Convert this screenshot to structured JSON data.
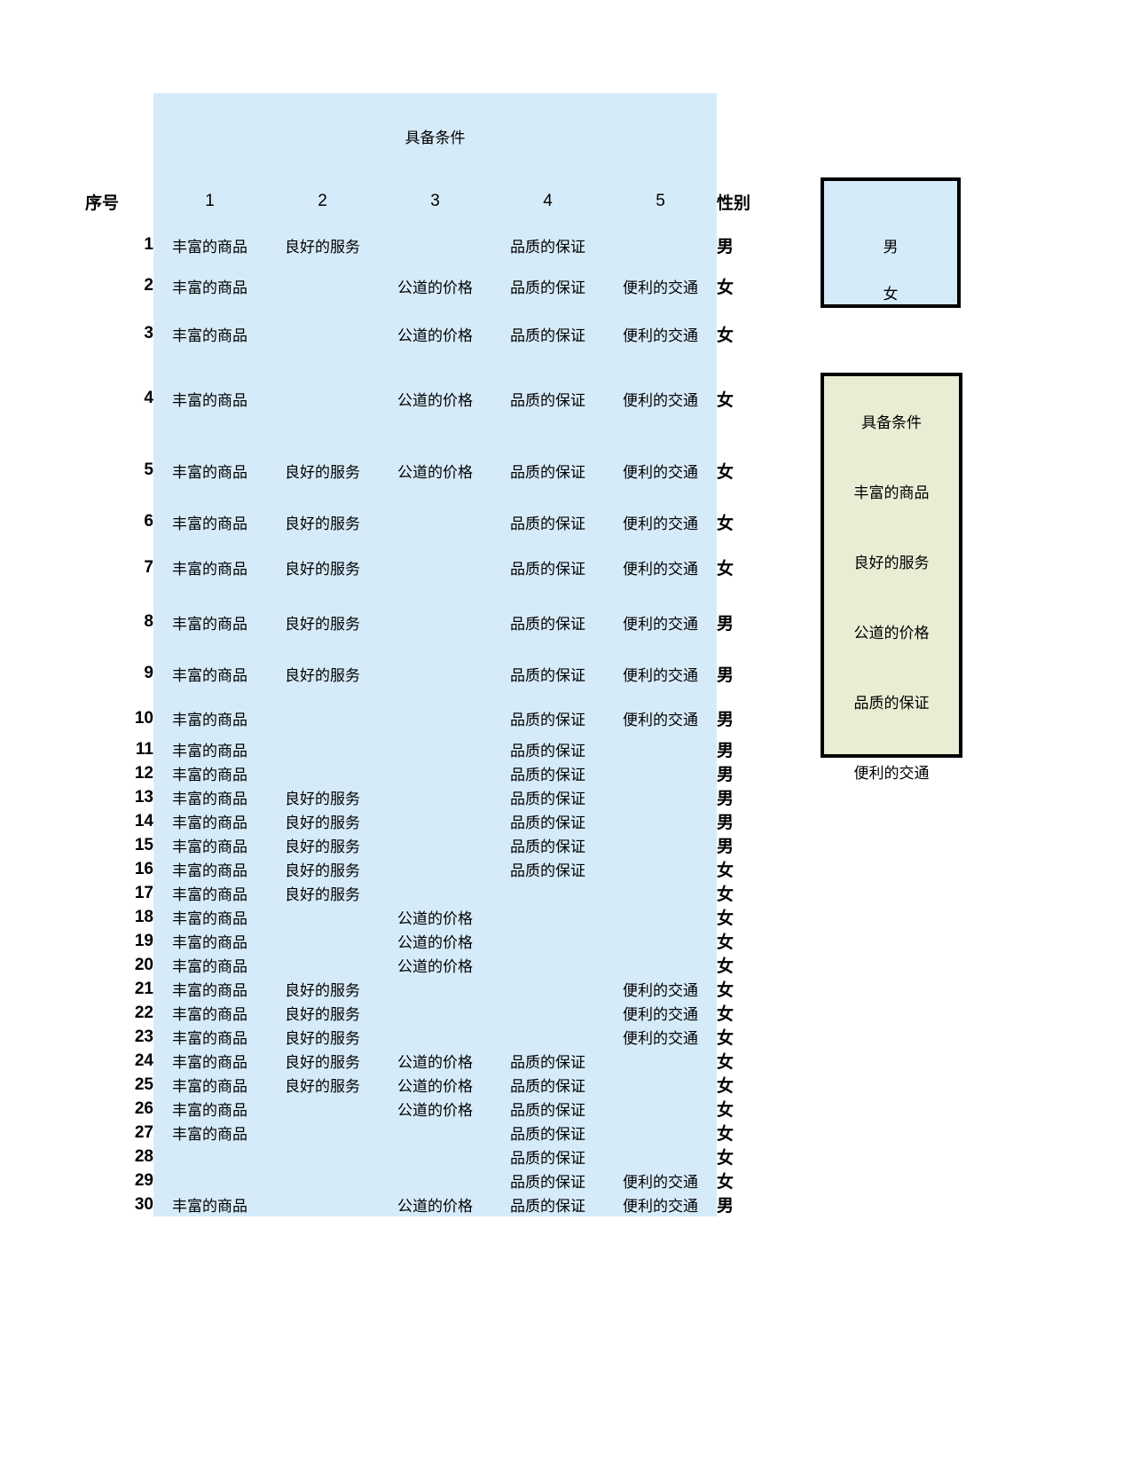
{
  "table": {
    "banner_label": "具备条件",
    "index_header": "序号",
    "gender_header": "性别",
    "column_headers": [
      "1",
      "2",
      "3",
      "4",
      "5"
    ],
    "rows": [
      {
        "no": "1",
        "c": [
          "丰富的商品",
          "良好的服务",
          "",
          "品质的保证",
          ""
        ],
        "gender": "男",
        "h": 46
      },
      {
        "no": "2",
        "c": [
          "丰富的商品",
          "",
          "公道的价格",
          "品质的保证",
          "便利的交通"
        ],
        "gender": "女",
        "h": 46
      },
      {
        "no": "3",
        "c": [
          "丰富的商品",
          "",
          "公道的价格",
          "品质的保证",
          "便利的交通"
        ],
        "gender": "女",
        "h": 62
      },
      {
        "no": "4",
        "c": [
          "丰富的商品",
          "",
          "公道的价格",
          "品质的保证",
          "便利的交通"
        ],
        "gender": "女",
        "h": 84
      },
      {
        "no": "5",
        "c": [
          "丰富的商品",
          "良好的服务",
          "公道的价格",
          "品质的保证",
          "便利的交通"
        ],
        "gender": "女",
        "h": 78
      },
      {
        "no": "6",
        "c": [
          "丰富的商品",
          "良好的服务",
          "",
          "品质的保证",
          "便利的交通"
        ],
        "gender": "女",
        "h": 38
      },
      {
        "no": "7",
        "c": [
          "丰富的商品",
          "良好的服务",
          "",
          "品质的保证",
          "便利的交通"
        ],
        "gender": "女",
        "h": 65
      },
      {
        "no": "8",
        "c": [
          "丰富的商品",
          "良好的服务",
          "",
          "品质的保证",
          "便利的交通"
        ],
        "gender": "男",
        "h": 58
      },
      {
        "no": "9",
        "c": [
          "丰富的商品",
          "良好的服务",
          "",
          "品质的保证",
          "便利的交通"
        ],
        "gender": "男",
        "h": 58
      },
      {
        "no": "10",
        "c": [
          "丰富的商品",
          "",
          "",
          "品质的保证",
          "便利的交通"
        ],
        "gender": "男",
        "h": 43
      },
      {
        "no": "11",
        "c": [
          "丰富的商品",
          "",
          "",
          "品质的保证",
          ""
        ],
        "gender": "男",
        "h": 27
      },
      {
        "no": "12",
        "c": [
          "丰富的商品",
          "",
          "",
          "品质的保证",
          ""
        ],
        "gender": "男",
        "h": 27
      },
      {
        "no": "13",
        "c": [
          "丰富的商品",
          "良好的服务",
          "",
          "品质的保证",
          ""
        ],
        "gender": "男",
        "h": 27
      },
      {
        "no": "14",
        "c": [
          "丰富的商品",
          "良好的服务",
          "",
          "品质的保证",
          ""
        ],
        "gender": "男",
        "h": 27
      },
      {
        "no": "15",
        "c": [
          "丰富的商品",
          "良好的服务",
          "",
          "品质的保证",
          ""
        ],
        "gender": "男",
        "h": 27
      },
      {
        "no": "16",
        "c": [
          "丰富的商品",
          "良好的服务",
          "",
          "品质的保证",
          ""
        ],
        "gender": "女",
        "h": 27
      },
      {
        "no": "17",
        "c": [
          "丰富的商品",
          "良好的服务",
          "",
          "",
          ""
        ],
        "gender": "女",
        "h": 27
      },
      {
        "no": "18",
        "c": [
          "丰富的商品",
          "",
          "公道的价格",
          "",
          ""
        ],
        "gender": "女",
        "h": 27
      },
      {
        "no": "19",
        "c": [
          "丰富的商品",
          "",
          "公道的价格",
          "",
          ""
        ],
        "gender": "女",
        "h": 27
      },
      {
        "no": "20",
        "c": [
          "丰富的商品",
          "",
          "公道的价格",
          "",
          ""
        ],
        "gender": "女",
        "h": 27
      },
      {
        "no": "21",
        "c": [
          "丰富的商品",
          "良好的服务",
          "",
          "",
          "便利的交通"
        ],
        "gender": "女",
        "h": 27
      },
      {
        "no": "22",
        "c": [
          "丰富的商品",
          "良好的服务",
          "",
          "",
          "便利的交通"
        ],
        "gender": "女",
        "h": 27
      },
      {
        "no": "23",
        "c": [
          "丰富的商品",
          "良好的服务",
          "",
          "",
          "便利的交通"
        ],
        "gender": "女",
        "h": 27
      },
      {
        "no": "24",
        "c": [
          "丰富的商品",
          "良好的服务",
          "公道的价格",
          "品质的保证",
          ""
        ],
        "gender": "女",
        "h": 27
      },
      {
        "no": "25",
        "c": [
          "丰富的商品",
          "良好的服务",
          "公道的价格",
          "品质的保证",
          ""
        ],
        "gender": "女",
        "h": 27
      },
      {
        "no": "26",
        "c": [
          "丰富的商品",
          "",
          "公道的价格",
          "品质的保证",
          ""
        ],
        "gender": "女",
        "h": 27
      },
      {
        "no": "27",
        "c": [
          "丰富的商品",
          "",
          "",
          "品质的保证",
          ""
        ],
        "gender": "女",
        "h": 27
      },
      {
        "no": "28",
        "c": [
          "",
          "",
          "",
          "品质的保证",
          ""
        ],
        "gender": "女",
        "h": 27
      },
      {
        "no": "29",
        "c": [
          "",
          "",
          "",
          "品质的保证",
          "便利的交通"
        ],
        "gender": "女",
        "h": 27
      },
      {
        "no": "30",
        "c": [
          "丰富的商品",
          "",
          "公道的价格",
          "品质的保证",
          "便利的交通"
        ],
        "gender": "男",
        "h": 27
      }
    ]
  },
  "gender_legend": {
    "items": [
      "男",
      "女"
    ]
  },
  "condition_legend": {
    "title": "具备条件",
    "items": [
      "丰富的商品",
      "良好的服务",
      "公道的价格",
      "品质的保证",
      "便利的交通"
    ]
  },
  "colors": {
    "table_fill": "#d6ebfa",
    "gender_box_fill": "#d6ebfa",
    "condition_box_fill": "#e8eed3",
    "border": "#000000",
    "text": "#000000"
  }
}
